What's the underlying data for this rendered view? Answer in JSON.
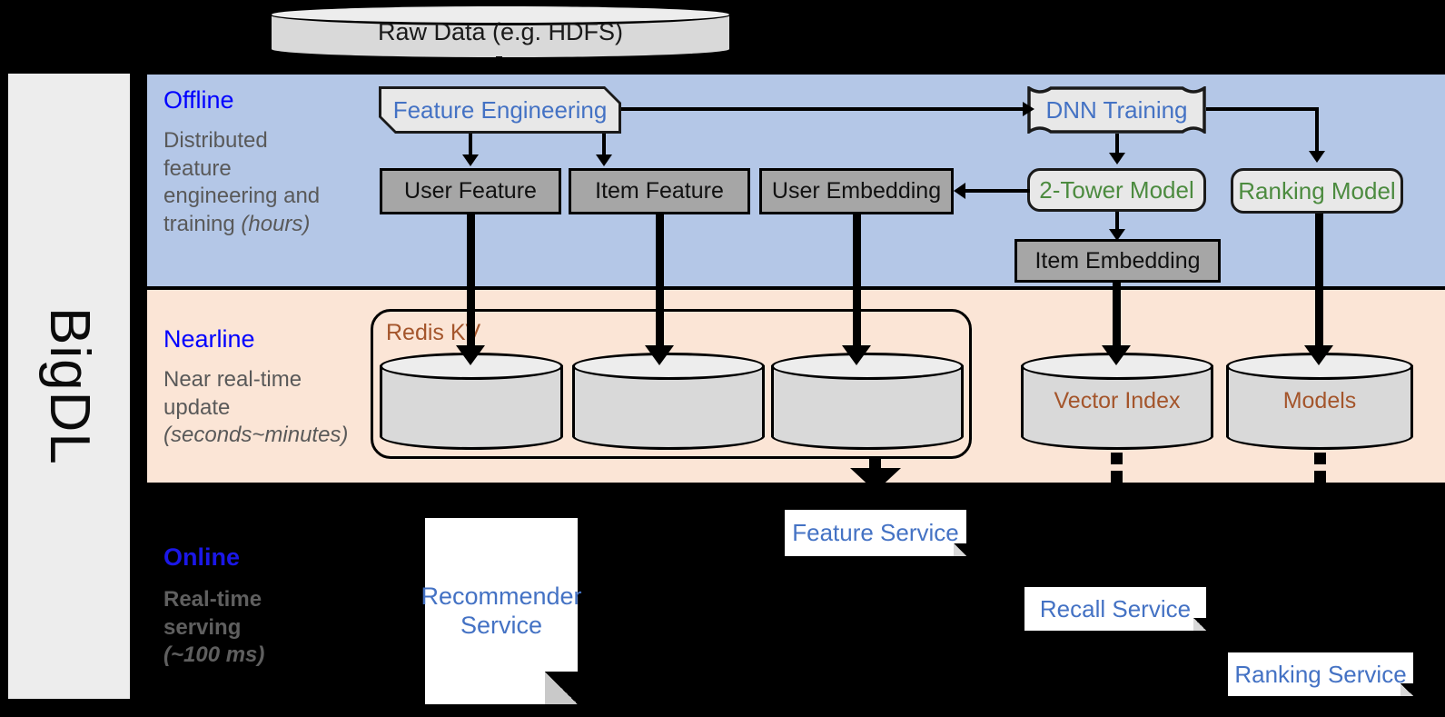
{
  "framework": {
    "name": "BigDL"
  },
  "source": {
    "label": "Raw Data (e.g. HDFS)"
  },
  "layers": {
    "offline": {
      "title": "Offline",
      "description": "Distributed feature engineering and training (hours)",
      "desc_plain": "Distributed\nfeature\nengineering and\ntraining ",
      "desc_italic": "(hours)"
    },
    "nearline": {
      "title": "Nearline",
      "desc_plain": "Near real-time\nupdate\n",
      "desc_italic": "(seconds~minutes)"
    },
    "online": {
      "title": "Online",
      "desc_plain": "Real-time\nserving\n",
      "desc_italic": "(~100 ms)"
    }
  },
  "offline_nodes": {
    "feature_engineering": "Feature Engineering",
    "dnn_training": "DNN Training",
    "user_feature": "User Feature",
    "item_feature": "Item Feature",
    "user_embedding": "User Embedding",
    "two_tower_model": "2-Tower Model",
    "ranking_model": "Ranking Model",
    "item_embedding": "Item Embedding"
  },
  "nearline_nodes": {
    "redis_kv": "Redis KV",
    "store_1": "",
    "store_2": "",
    "store_3": "",
    "vector_index": "Vector Index",
    "models": "Models"
  },
  "online_nodes": {
    "recommender_service": "Recommender Service",
    "feature_service": "Feature Service",
    "recall_service": "Recall Service",
    "ranking_service": "Ranking Service"
  },
  "colors": {
    "offline_panel": "#B4C7E7",
    "nearline_panel": "#FBE5D6",
    "online_panel": "#000000",
    "layer_title": "#0000FF",
    "layer_desc": "#595959",
    "process_text": "#4472C4",
    "model_text": "#4C8B3F",
    "store_text": "#A4552B",
    "data_box": "#A6A6A6",
    "process_box": "#E8E8E8",
    "cylinder_body": "#D9D9D9",
    "sidebar": "#EDEDED"
  }
}
